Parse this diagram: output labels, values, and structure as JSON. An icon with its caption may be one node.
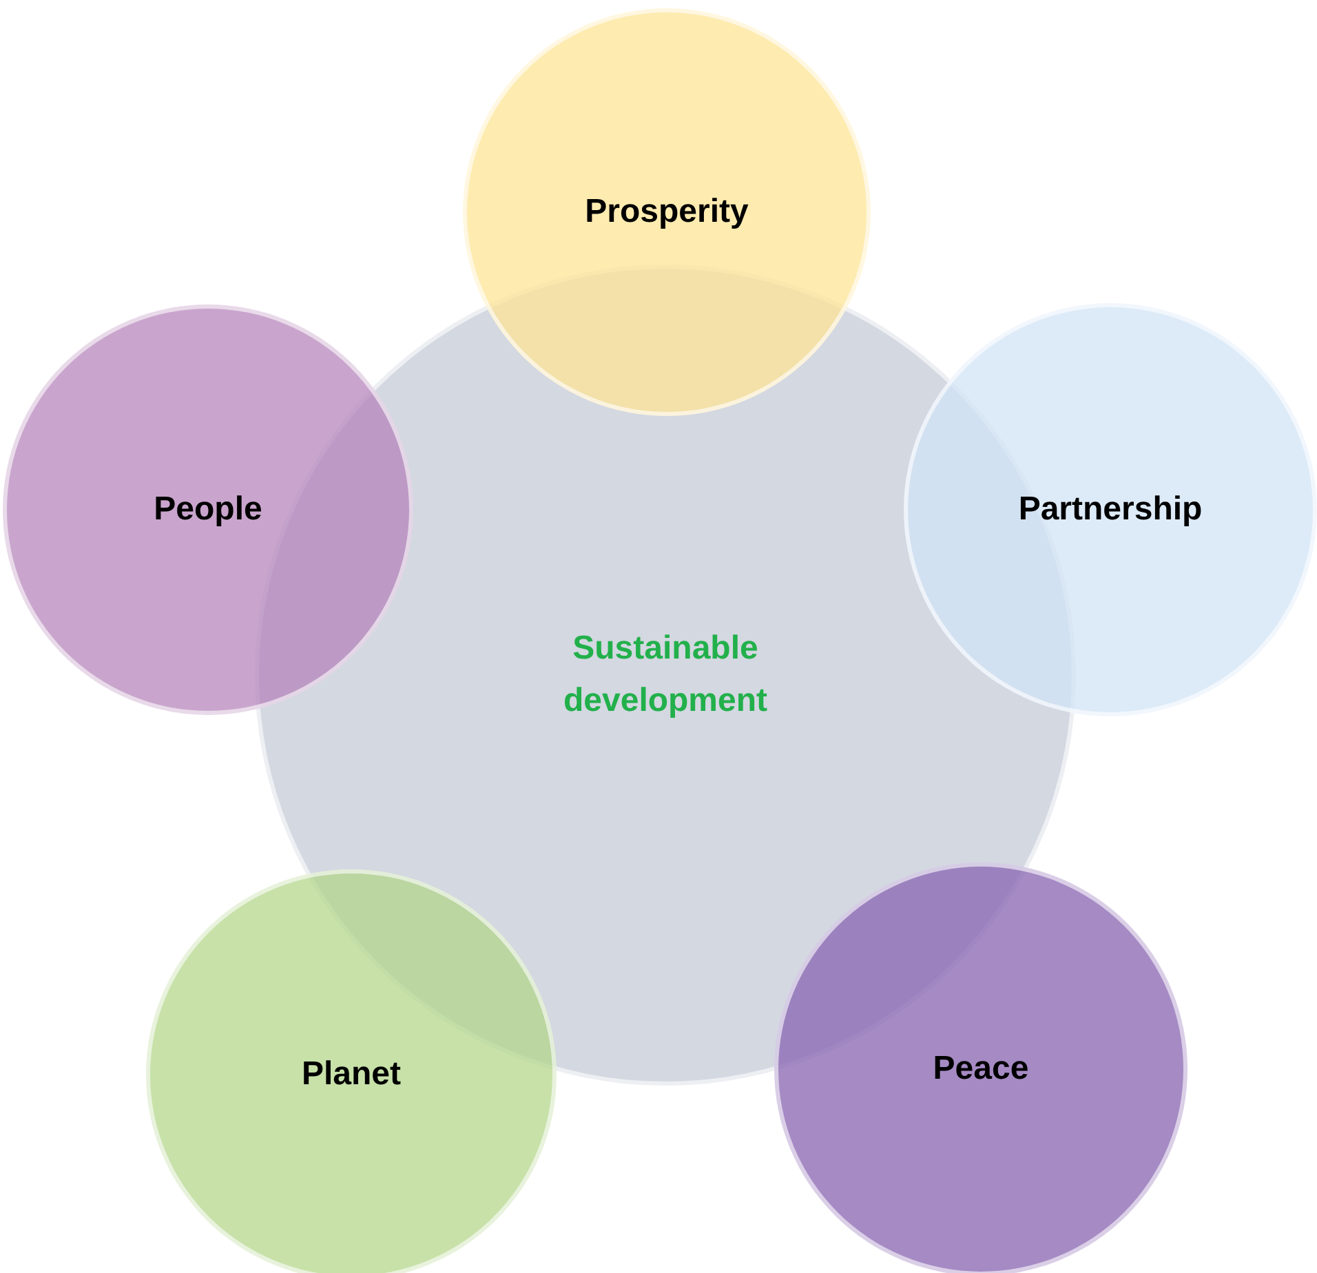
{
  "diagram": {
    "nodes": [
      {
        "text": [
          "Sustainable development"
        ]
      },
      {
        "text": [
          "Prosperity"
        ]
      },
      {
        "text": [
          "People"
        ]
      },
      {
        "text": [
          "Partnership"
        ]
      },
      {
        "text": [
          "Planet"
        ]
      },
      {
        "text": [
          "Peace"
        ]
      }
    ]
  }
}
